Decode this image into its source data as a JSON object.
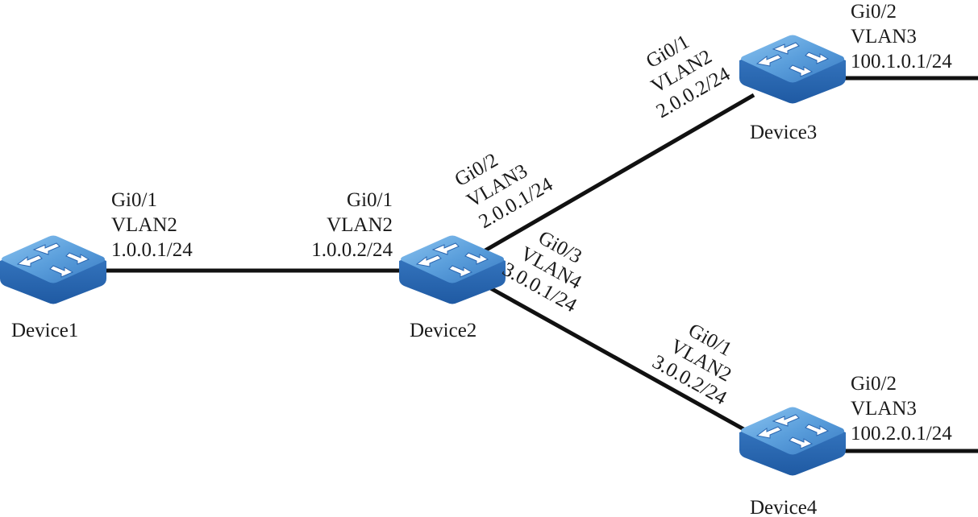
{
  "diagram": {
    "type": "network-topology",
    "devices": [
      {
        "id": "device1",
        "name": "Device1",
        "icon": "switch-icon"
      },
      {
        "id": "device2",
        "name": "Device2",
        "icon": "switch-icon"
      },
      {
        "id": "device3",
        "name": "Device3",
        "icon": "switch-icon"
      },
      {
        "id": "device4",
        "name": "Device4",
        "icon": "switch-icon"
      }
    ],
    "links": [
      {
        "from": "device1",
        "to": "device2"
      },
      {
        "from": "device2",
        "to": "device3"
      },
      {
        "from": "device2",
        "to": "device4"
      },
      {
        "from": "device3",
        "to": "external"
      },
      {
        "from": "device4",
        "to": "external"
      }
    ],
    "interfaces": {
      "d1_gi01": {
        "port": "Gi0/1",
        "vlan": "VLAN2",
        "ip": "1.0.0.1/24"
      },
      "d2_gi01": {
        "port": "Gi0/1",
        "vlan": "VLAN2",
        "ip": "1.0.0.2/24"
      },
      "d2_gi02": {
        "port": "Gi0/2",
        "vlan": "VLAN3",
        "ip": "2.0.0.1/24"
      },
      "d2_gi03": {
        "port": "Gi0/3",
        "vlan": "VLAN4",
        "ip": "3.0.0.1/24"
      },
      "d3_gi01": {
        "port": "Gi0/1",
        "vlan": "VLAN2",
        "ip": "2.0.0.2/24"
      },
      "d3_gi02": {
        "port": "Gi0/2",
        "vlan": "VLAN3",
        "ip": "100.1.0.1/24"
      },
      "d4_gi01": {
        "port": "Gi0/1",
        "vlan": "VLAN2",
        "ip": "3.0.0.2/24"
      },
      "d4_gi02": {
        "port": "Gi0/2",
        "vlan": "VLAN3",
        "ip": "100.2.0.1/24"
      }
    }
  },
  "colors": {
    "switch_top": "#5b9fdc",
    "switch_side": "#2a66b0",
    "link": "#111111"
  }
}
